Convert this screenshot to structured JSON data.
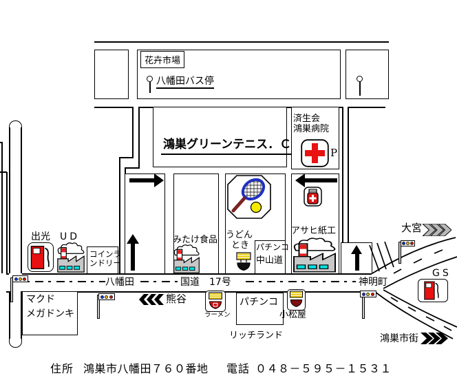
{
  "title": "鴻巣グリーンテニス．Ｃ",
  "top_area": {
    "flower_market": "花卉市場",
    "bus_stop": "八幡田バス停"
  },
  "hospital": {
    "name_line1": "済生会",
    "name_line2": "鴻巣病院",
    "parking": "P"
  },
  "shops": {
    "idemitsu": "出光",
    "ud": "UD",
    "coin_laundry_line1": "コインラ",
    "coin_laundry_line2": "ンドリー",
    "mitake": "みたけ食品",
    "udon_line1": "うどん",
    "udon_line2": "とき",
    "pachinko_nakasendo_line1": "パチンコ",
    "pachinko_nakasendo_line2": "中山道",
    "asahi_paper": "アサヒ紙工",
    "mcdonalds": "マクド",
    "mega_donki": "メガドンキ",
    "ramen": "ラーメン",
    "pachinko2": "パチンコ",
    "richland": "リッチランド",
    "komatsuya": "小松屋",
    "gs": "GS"
  },
  "roads": {
    "yahatada": "八幡田",
    "route17": "国道　17号",
    "shinmeicho": "神明町"
  },
  "directions": {
    "omiya": "大宮",
    "kumagaya": "熊谷",
    "konosu_city": "鴻巣市街"
  },
  "footer": {
    "address_label": "住所",
    "address": "鴻巣市八幡田７６０番地",
    "phone_label": "電話",
    "phone": "０４８－５９５－１５３１"
  },
  "colors": {
    "accent_red": "#e81212",
    "racket_blue": "#2030c0",
    "ball_yellow": "#f2ea00",
    "window_cyan": "#00e0e0",
    "factory_gray": "#c8c8c8",
    "chevron_gray": "#b8b8b8",
    "signal_blue": "#1133ee",
    "signal_yellow": "#e8c700",
    "signal_red": "#e81111"
  }
}
